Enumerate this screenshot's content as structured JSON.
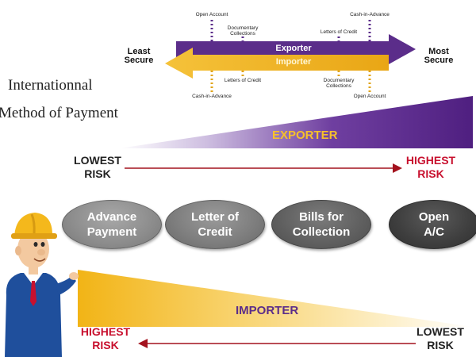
{
  "title": {
    "line1": "Internationnal",
    "line2": "Method of Payment"
  },
  "spectrum": {
    "left_label": "Least\nSecure",
    "right_label": "Most\nSecure",
    "exporter_label": "Exporter",
    "importer_label": "Importer",
    "exporter_markers": [
      "Open Account",
      "Documentary\nCollections",
      "Letters of Credit",
      "Cash-in-Advance"
    ],
    "importer_markers": [
      "Cash-in-Advance",
      "Letters of Credit",
      "Documentary\nCollections",
      "Open Account"
    ]
  },
  "exporter_band": {
    "label": "EXPORTER",
    "low": "LOWEST\nRISK",
    "high": "HIGHEST\nRISK"
  },
  "methods": [
    "Advance\nPayment",
    "Letter of\nCredit",
    "Bills for\nCollection",
    "Open\nA/C"
  ],
  "importer_band": {
    "label": "IMPORTER",
    "high": "HIGHEST\nRISK",
    "low": "LOWEST\nRISK"
  },
  "colors": {
    "purple": "#5b2d8a",
    "gold": "#f2b81c",
    "red": "#c8102e",
    "dark_red": "#a3121e",
    "exporter_text": "#f7c12a",
    "importer_text": "#5b2d8a"
  },
  "icons": [
    "person-in-hard-hat-icon"
  ]
}
